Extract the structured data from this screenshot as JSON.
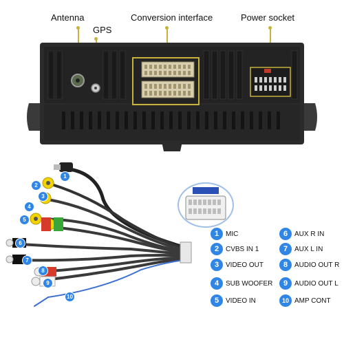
{
  "labels": {
    "antenna": "Antenna",
    "gps": "GPS",
    "conversion": "Conversion interface",
    "power": "Power socket"
  },
  "colors": {
    "accent_pointer": "#c8b23a",
    "badge_blue": "#2f86e6"
  },
  "legend": [
    {
      "num": "1",
      "text": "MIC"
    },
    {
      "num": "2",
      "text": "CVBS IN 1"
    },
    {
      "num": "3",
      "text": "VIDEO OUT"
    },
    {
      "num": "4",
      "text": "SUB WOOFER"
    },
    {
      "num": "5",
      "text": "VIDEO IN"
    },
    {
      "num": "6",
      "text": "AUX R IN"
    },
    {
      "num": "7",
      "text": "AUX L IN"
    },
    {
      "num": "8",
      "text": "AUDIO OUT R"
    },
    {
      "num": "9",
      "text": "AUDIO OUT L"
    },
    {
      "num": "10",
      "text": "AMP CONT"
    }
  ],
  "wire_badges": [
    "1",
    "2",
    "3",
    "4",
    "5",
    "6",
    "7",
    "8",
    "9",
    "10"
  ]
}
